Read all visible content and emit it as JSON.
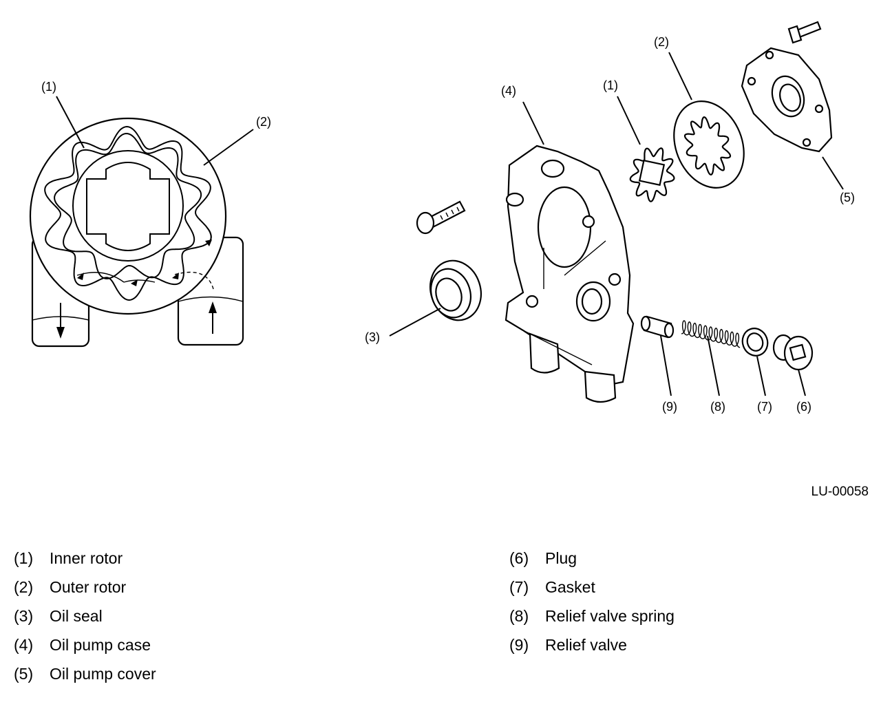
{
  "callouts": {
    "rotor_1": "(1)",
    "rotor_2": "(2)",
    "exp_1": "(1)",
    "exp_2": "(2)",
    "exp_3": "(3)",
    "exp_4": "(4)",
    "exp_5": "(5)",
    "exp_6": "(6)",
    "exp_7": "(7)",
    "exp_8": "(8)",
    "exp_9": "(9)"
  },
  "figure_code": "LU-00058",
  "legend": {
    "left": [
      {
        "num": "(1)",
        "label": "Inner rotor"
      },
      {
        "num": "(2)",
        "label": "Outer rotor"
      },
      {
        "num": "(3)",
        "label": "Oil seal"
      },
      {
        "num": "(4)",
        "label": "Oil pump case"
      },
      {
        "num": "(5)",
        "label": "Oil pump cover"
      }
    ],
    "right": [
      {
        "num": "(6)",
        "label": "Plug"
      },
      {
        "num": "(7)",
        "label": "Gasket"
      },
      {
        "num": "(8)",
        "label": "Relief valve spring"
      },
      {
        "num": "(9)",
        "label": "Relief valve"
      }
    ]
  }
}
